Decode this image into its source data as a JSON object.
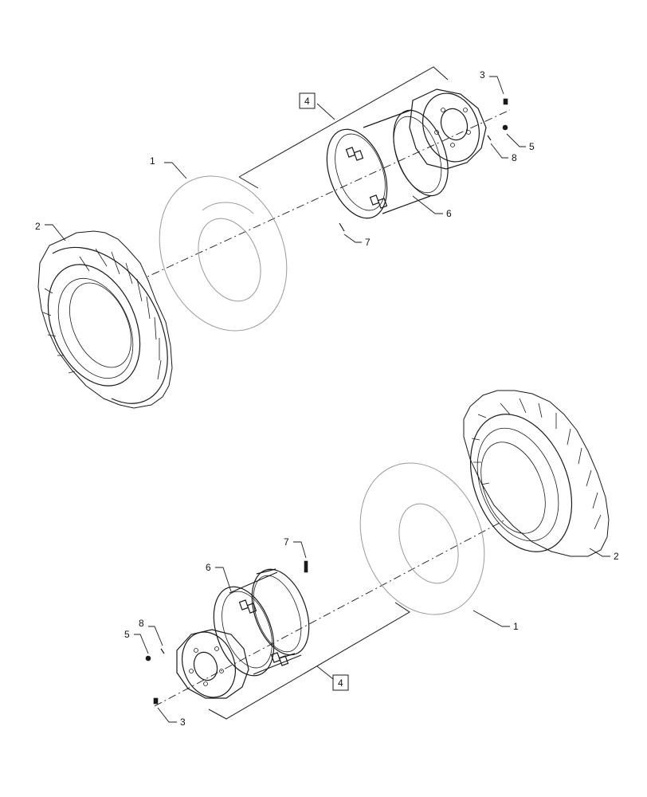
{
  "callouts": {
    "top": {
      "tube": "1",
      "tire": "2",
      "bolt_hub": "3",
      "assembly": "4",
      "nut": "5",
      "rim": "6",
      "valve_stem": "7",
      "washer": "8"
    },
    "bottom": {
      "tube": "1",
      "tire": "2",
      "bolt_hub": "3",
      "assembly": "4",
      "nut": "5",
      "rim": "6",
      "valve_stem": "7",
      "washer": "8"
    }
  }
}
